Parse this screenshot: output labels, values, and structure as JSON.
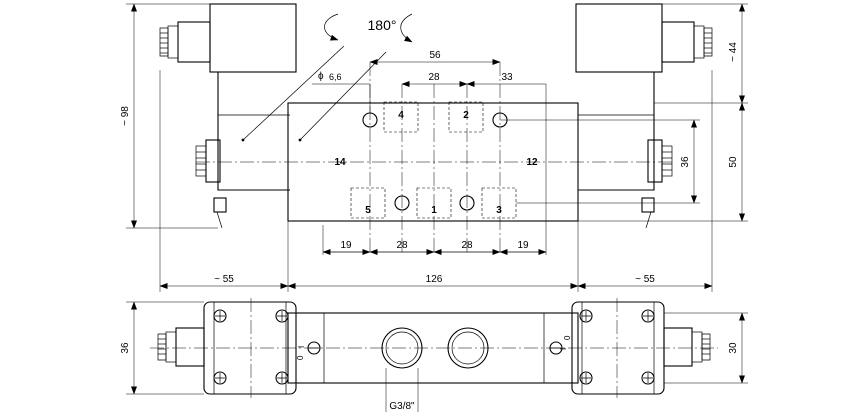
{
  "front_view": {
    "rotation_label": "180°",
    "diameter_symbol": "ϕ",
    "diameter_value": "6,6",
    "port_labels": [
      "4",
      "2",
      "5",
      "1",
      "3"
    ],
    "pilot_labels": {
      "left": "14",
      "right": "12"
    },
    "dims": {
      "top_56": "56",
      "top_28": "28",
      "top_33": "33",
      "bottom_19_left": "19",
      "bottom_28_left": "28",
      "bottom_28_right": "28",
      "bottom_19_right": "19",
      "overall_left": "~ 55",
      "overall_mid": "126",
      "overall_right": "~ 55",
      "height_98": "~ 98",
      "height_44": "~ 44",
      "height_50": "50",
      "height_36": "36"
    }
  },
  "bottom_view": {
    "height_36": "36",
    "height_30": "30",
    "thread": "G3/8\""
  }
}
